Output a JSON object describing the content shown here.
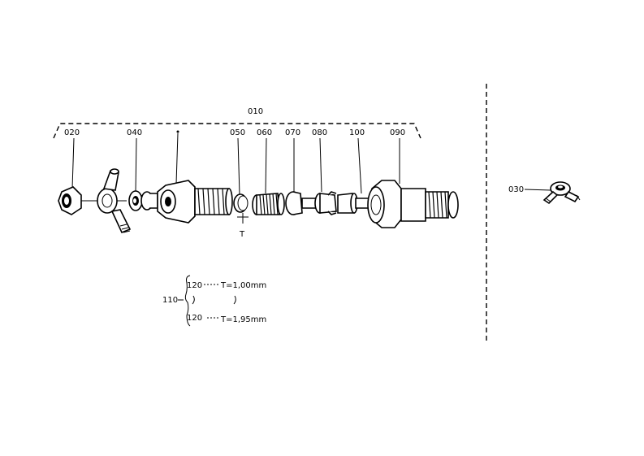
{
  "labels": {
    "assembly": "010",
    "p020": "020",
    "p040": "040",
    "p050": "050",
    "p060": "060",
    "p070": "070",
    "p080": "080",
    "p100": "100",
    "p090": "090",
    "p030": "030",
    "t_marker": "T",
    "p110": "110",
    "shim1_part": "120",
    "shim1_spec": "T=1,00mm",
    "shim2_part": "120",
    "shim2_spec": "T=1,95mm"
  }
}
